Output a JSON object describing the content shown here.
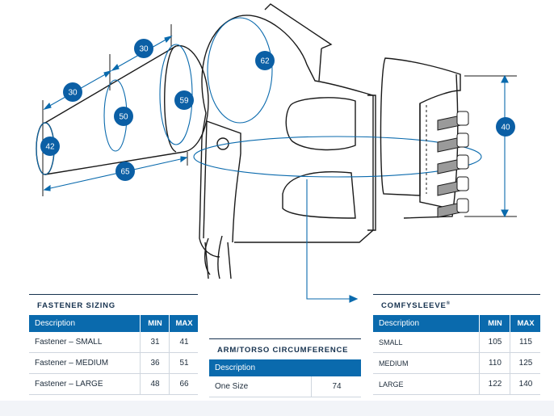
{
  "diagram": {
    "dimensions": [
      "30",
      "30",
      "42",
      "50",
      "59",
      "65",
      "62",
      "40"
    ]
  },
  "fastener_table": {
    "title": "FASTENER SIZING",
    "headers": [
      "Description",
      "MIN",
      "MAX"
    ],
    "rows": [
      [
        "Fastener – SMALL",
        "31",
        "41"
      ],
      [
        "Fastener – MEDIUM",
        "36",
        "51"
      ],
      [
        "Fastener – LARGE",
        "48",
        "66"
      ]
    ]
  },
  "arm_table": {
    "title": "ARM/TORSO CIRCUMFERENCE",
    "headers": [
      "Description"
    ],
    "rows": [
      [
        "One Size",
        "74"
      ]
    ]
  },
  "comfy_table": {
    "title": "COMFYSLEEVE",
    "title_mark": "®",
    "headers": [
      "Description",
      "MIN",
      "MAX"
    ],
    "rows": [
      [
        "SMALL",
        "105",
        "115"
      ],
      [
        "MEDIUM",
        "110",
        "125"
      ],
      [
        "LARGE",
        "122",
        "140"
      ]
    ]
  },
  "colors": {
    "accent_blue": "#0a6aad",
    "bubble_blue": "#0b5fa5",
    "line_dark": "#1a1a1a"
  }
}
